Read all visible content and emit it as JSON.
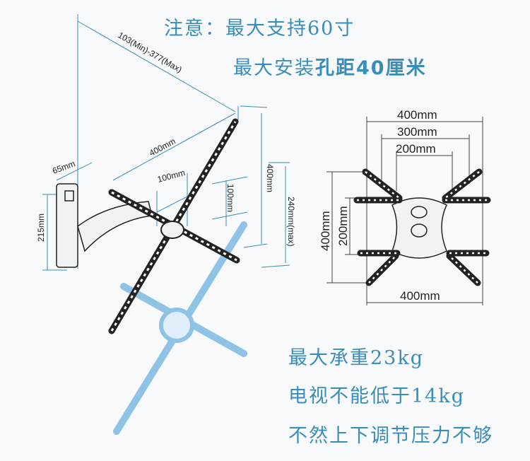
{
  "notes": {
    "line1": "注意：最大支持60寸",
    "line2_prefix": "最大安装",
    "line2_bold": "孔距40厘米",
    "load": "最大承重23kg",
    "min_weight": "电视不能低于14kg",
    "warning": "不然上下调节压力不够"
  },
  "left_diagram": {
    "extension": "103(Min)-377(Max)",
    "plate_width": "400mm",
    "hole_spacing_h": "100mm",
    "hole_spacing_v": "100mm",
    "plate_height": "400mm",
    "vertical_travel": "240mm(max)",
    "wall_plate_depth": "65mm",
    "wall_plate_height": "215mm"
  },
  "right_diagram": {
    "top_400": "400mm",
    "top_300": "300mm",
    "top_200": "200mm",
    "left_400": "400mm",
    "left_200": "200mm",
    "bottom_400": "400mm"
  },
  "colors": {
    "text": "#3a8db8",
    "dimension": "#3a8db8",
    "ghost": "#8fc3e6"
  }
}
